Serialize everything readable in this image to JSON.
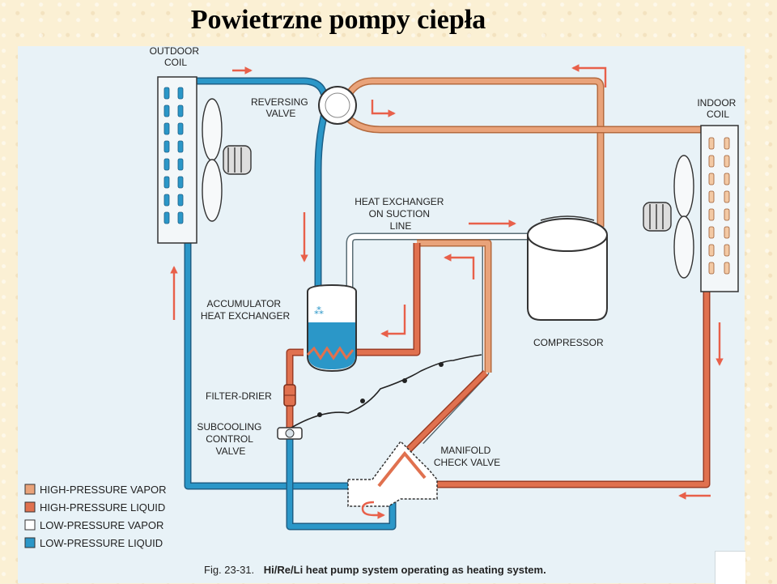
{
  "title": "Powietrzne pompy ciepła",
  "labels": {
    "outdoor_coil": [
      "OUTDOOR",
      "COIL"
    ],
    "reversing_valve": [
      "REVERSING",
      "VALVE"
    ],
    "indoor_coil": [
      "INDOOR",
      "COIL"
    ],
    "heat_exchanger": [
      "HEAT EXCHANGER",
      "ON SUCTION",
      "LINE"
    ],
    "accumulator": [
      "ACCUMULATOR",
      "HEAT EXCHANGER"
    ],
    "compressor": "COMPRESSOR",
    "filter_drier": "FILTER-DRIER",
    "subcooling": [
      "SUBCOOLING",
      "CONTROL",
      "VALVE"
    ],
    "manifold": [
      "MANIFOLD",
      "CHECK VALVE"
    ]
  },
  "legend": [
    {
      "label": "HIGH-PRESSURE VAPOR",
      "color": "#e9a37a"
    },
    {
      "label": "HIGH-PRESSURE LIQUID",
      "color": "#e0714f"
    },
    {
      "label": "LOW-PRESSURE VAPOR",
      "color": "#ffffff"
    },
    {
      "label": "LOW-PRESSURE LIQUID",
      "color": "#2b97c8"
    }
  ],
  "caption": {
    "fig": "Fig. 23-31.",
    "text": "Hi/Re/Li heat pump system operating as heating system."
  },
  "colors": {
    "hp_vapor": "#e9a37a",
    "hp_liquid": "#e0714f",
    "lp_vapor": "#ffffff",
    "lp_liquid": "#2b97c8",
    "flow_arrow": "#e8604a",
    "background": "#fbf0d4",
    "panel": "#e8f2f7"
  }
}
